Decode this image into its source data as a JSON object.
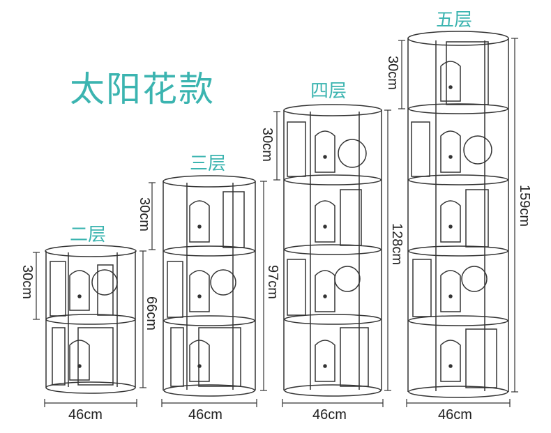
{
  "title": "太阳花款",
  "units": [
    {
      "label": "二层",
      "width": "46cm",
      "tier": "30cm",
      "total": "66cm"
    },
    {
      "label": "三层",
      "width": "46cm",
      "tier": "30cm",
      "total": "97cm"
    },
    {
      "label": "四层",
      "width": "46cm",
      "tier": "30cm",
      "total": "128cm"
    },
    {
      "label": "五层",
      "width": "46cm",
      "tier": "30cm",
      "total": "159cm"
    }
  ],
  "colors": {
    "accent": "#3bb4b0",
    "line": "#333333"
  }
}
